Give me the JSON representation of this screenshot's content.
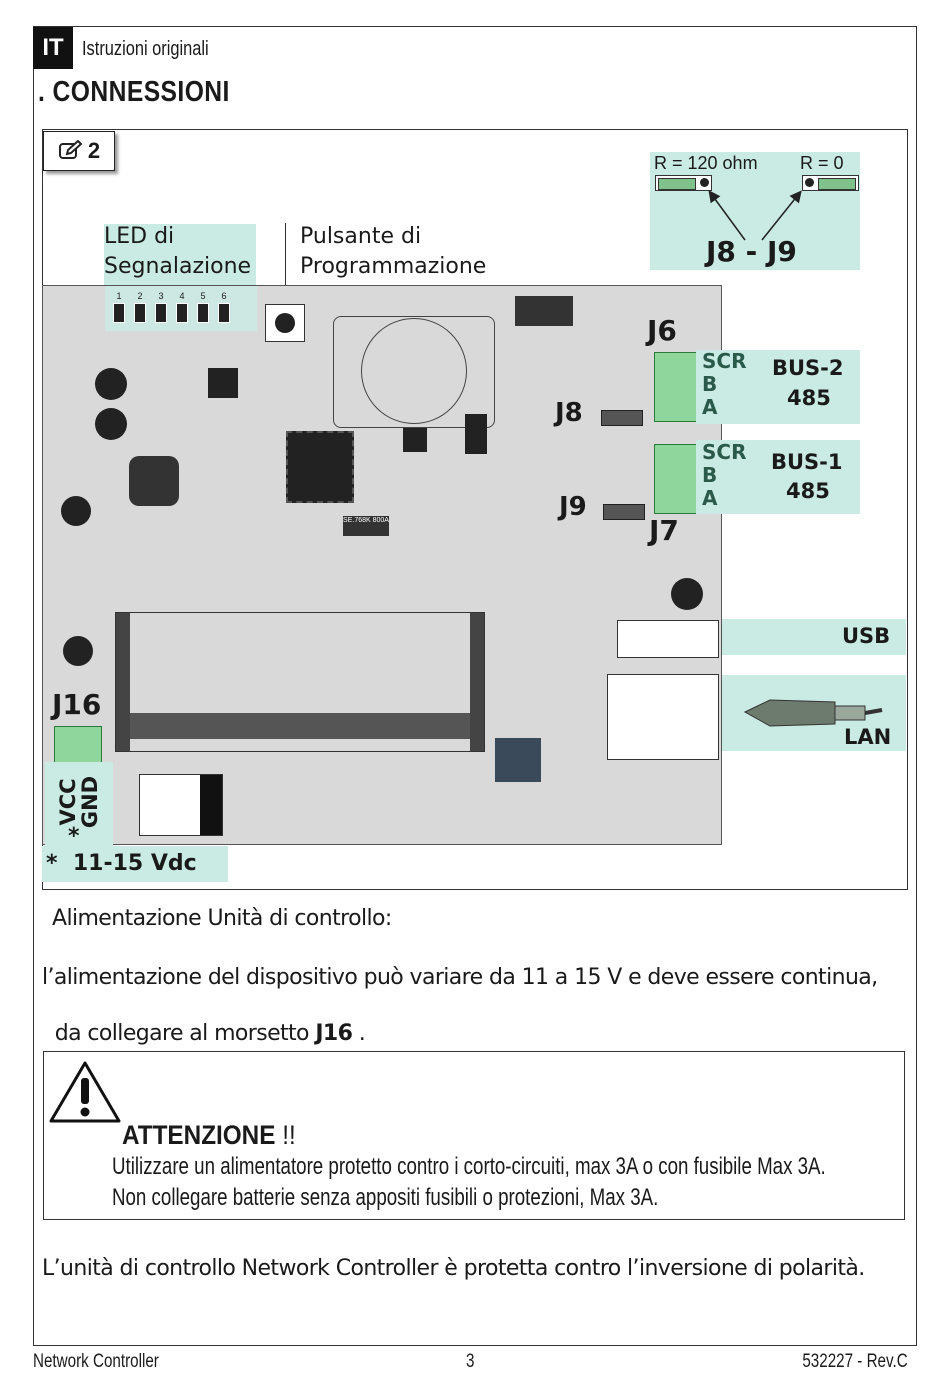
{
  "header": {
    "lang_code": "IT",
    "lang_desc": "Istruzioni originali",
    "section_title": ". CONNESSIONI"
  },
  "figure": {
    "number": "2",
    "led_label_1": "LED di",
    "led_label_2": "Segnalazione",
    "button_label_1": "Pulsante di",
    "button_label_2": "Programmazione",
    "jumper_r120": "R = 120 ohm",
    "jumper_r0": "R = 0",
    "jumper_title": "J8 - J9",
    "led_numbers": [
      "1",
      "2",
      "3",
      "4",
      "5",
      "6"
    ],
    "j6": "J6",
    "j7": "J7",
    "j8": "J8",
    "j9": "J9",
    "j16": "J16",
    "bus2_pins": [
      "SCR",
      "B",
      "A"
    ],
    "bus2_name": "BUS-2",
    "bus2_type": "485",
    "bus1_pins": [
      "SCR",
      "B",
      "A"
    ],
    "bus1_name": "BUS-1",
    "bus1_type": "485",
    "usb": "USB",
    "lan": "LAN",
    "vcc": "VCC",
    "gnd": "GND",
    "asterisk": "*",
    "voltage": "*  11-15 Vdc",
    "fuse_text": "SE.768K 800A"
  },
  "body": {
    "power_heading": "Alimentazione Unità di controllo:",
    "power_line1": "l’alimentazione del dispositivo può variare da 11 a 15 V e deve essere continua,",
    "power_line2_prefix": "da collegare al morsetto ",
    "power_line2_bold": "J16",
    "power_line2_suffix": " .",
    "polarity": "L’unità di controllo Network Controller è protetta contro l’inversione di polarità."
  },
  "warning": {
    "title": "ATTENZIONE",
    "title_suffix": "!!",
    "line1": "Utilizzare un alimentatore protetto contro i corto-circuiti, max 3A o con fusibile Max 3A.",
    "line2": "Non collegare batterie senza appositi fusibili o protezioni, Max 3A."
  },
  "footer": {
    "left": "Network Controller",
    "center": "3",
    "right": "532227 - Rev.C"
  },
  "colors": {
    "teal_highlight": "#c9ebe3",
    "terminal_green": "#8ed69b",
    "board_gray": "#d9d9d9"
  },
  "icons": [
    "edit-icon",
    "warning-triangle-icon",
    "ethernet-cable-icon"
  ]
}
